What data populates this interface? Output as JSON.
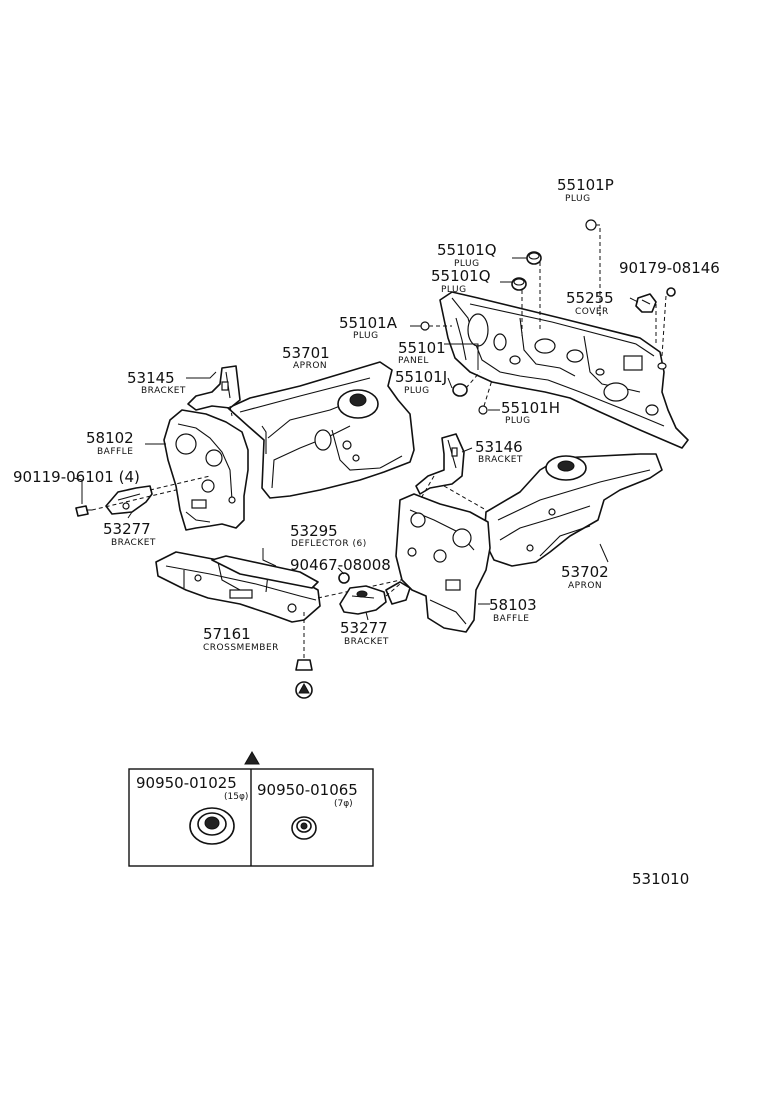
{
  "parts": {
    "p55101P": {
      "number": "55101P",
      "name": "PLUG"
    },
    "p55101Q_a": {
      "number": "55101Q",
      "name": "PLUG"
    },
    "p55101Q_b": {
      "number": "55101Q",
      "name": "PLUG"
    },
    "p90179": {
      "number": "90179-08146"
    },
    "p55255": {
      "number": "55255",
      "name": "COVER"
    },
    "p55101A": {
      "number": "55101A",
      "name": "PLUG"
    },
    "p55101": {
      "number": "55101",
      "name": "PANEL"
    },
    "p55101J": {
      "number": "55101J",
      "name": "PLUG"
    },
    "p55101H": {
      "number": "55101H",
      "name": "PLUG"
    },
    "p53701": {
      "number": "53701",
      "name": "APRON"
    },
    "p53145": {
      "number": "53145",
      "name": "BRACKET"
    },
    "p58102": {
      "number": "58102",
      "name": "BAFFLE"
    },
    "p90119": {
      "number": "90119-06101 (4)"
    },
    "p53277_a": {
      "number": "53277",
      "name": "BRACKET"
    },
    "p53146": {
      "number": "53146",
      "name": "BRACKET"
    },
    "p53295": {
      "number": "53295",
      "name": "DEFLECTOR (6)"
    },
    "p90467": {
      "number": "90467-08008"
    },
    "p53702": {
      "number": "53702",
      "name": "APRON"
    },
    "p58103": {
      "number": "58103",
      "name": "BAFFLE"
    },
    "p53277_b": {
      "number": "53277",
      "name": "BRACKET"
    },
    "p57161": {
      "number": "57161",
      "name": "CROSSMEMBER"
    }
  },
  "legend": {
    "left_number": "90950-01025",
    "left_size": "(15φ)",
    "right_number": "90950-01065",
    "right_size": "(7φ)"
  },
  "figure_code": "531010"
}
